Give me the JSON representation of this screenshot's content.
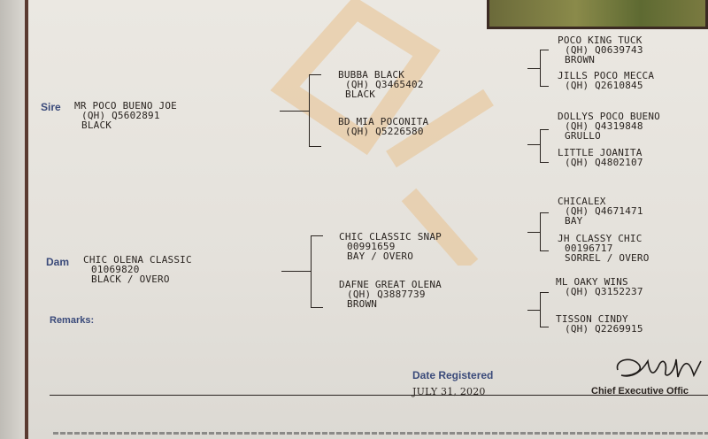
{
  "sire": {
    "label": "Sire",
    "name": "MR POCO BUENO JOE",
    "reg": "(QH) Q5602891",
    "color": "BLACK",
    "sire": {
      "name": "BUBBA BLACK",
      "reg": "(QH) Q3465402",
      "color": "BLACK",
      "sire": {
        "name": "POCO KING TUCK",
        "reg": "(QH) Q0639743",
        "color": "BROWN"
      },
      "dam": {
        "name": "JILLS POCO MECCA",
        "reg": "(QH) Q2610845"
      }
    },
    "dam": {
      "name": "BD MIA POCONITA",
      "reg": "(QH) Q5226580",
      "sire": {
        "name": "DOLLYS POCO BUENO",
        "reg": "(QH) Q4319848",
        "color": "GRULLO"
      },
      "dam": {
        "name": "LITTLE JOANITA",
        "reg": "(QH) Q4802107"
      }
    }
  },
  "dam": {
    "label": "Dam",
    "name": "CHIC OLENA CLASSIC",
    "reg": "01069820",
    "color": "BLACK / OVERO",
    "sire": {
      "name": "CHIC CLASSIC SNAP",
      "reg": "00991659",
      "color": "BAY / OVERO",
      "sire": {
        "name": "CHICALEX",
        "reg": "(QH) Q4671471",
        "color": "BAY"
      },
      "dam": {
        "name": "JH CLASSY CHIC",
        "reg": "00196717",
        "color": "SORREL / OVERO"
      }
    },
    "dam": {
      "name": "DAFNE GREAT OLENA",
      "reg": "(QH) Q3887739",
      "color": "BROWN",
      "sire": {
        "name": "ML OAKY WINS",
        "reg": "(QH) Q3152237"
      },
      "dam": {
        "name": "TISSON CINDY",
        "reg": "(QH) Q2269915"
      }
    }
  },
  "remarks_label": "Remarks:",
  "date_registered_label": "Date Registered",
  "date_registered": "JULY 31, 2020",
  "ceo_label": "Chief Executive Offic",
  "colors": {
    "label_blue": "#3a4a7a",
    "text": "#2a2420",
    "watermark": "#e8c9a0"
  }
}
